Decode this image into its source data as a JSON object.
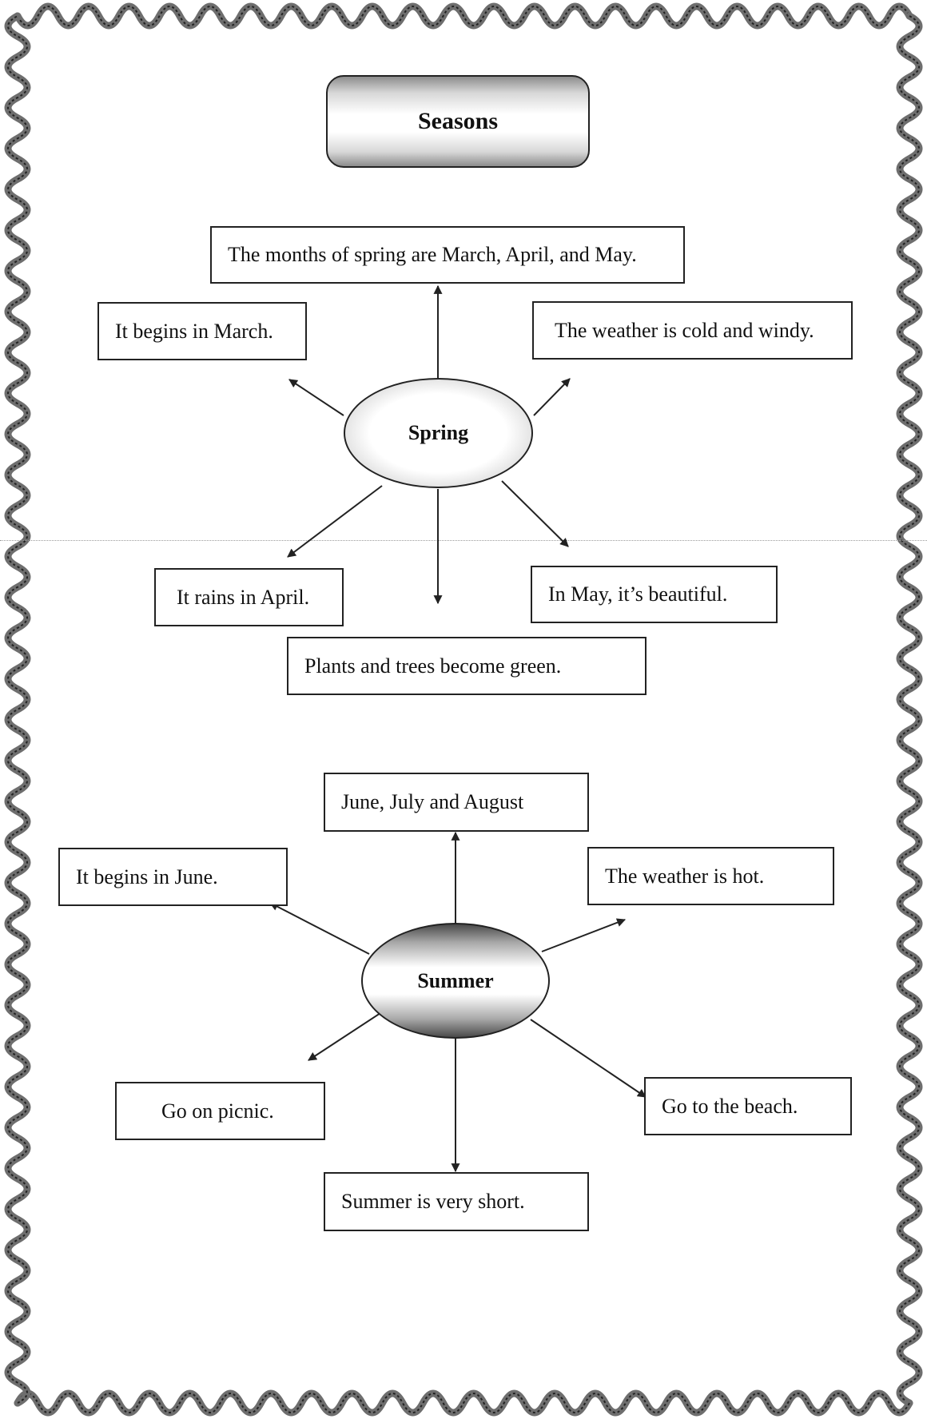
{
  "title": "Seasons",
  "spring": {
    "hub_label": "Spring",
    "facts": {
      "months": "The months of spring are March, April, and May.",
      "begins": "It begins in March.",
      "weather": "The weather is cold and windy.",
      "rains": "It rains in April.",
      "may": "In May, it’s beautiful.",
      "plants": "Plants and trees become green."
    }
  },
  "summer": {
    "hub_label": "Summer",
    "facts": {
      "months": "June, July and August",
      "begins": "It begins in June.",
      "weather": "The weather is hot.",
      "picnic": "Go on picnic.",
      "beach": "Go to the beach.",
      "short": "Summer is very short."
    }
  },
  "colors": {
    "ink": "#222222",
    "frame": "#6e6e6e",
    "paper": "#ffffff"
  }
}
